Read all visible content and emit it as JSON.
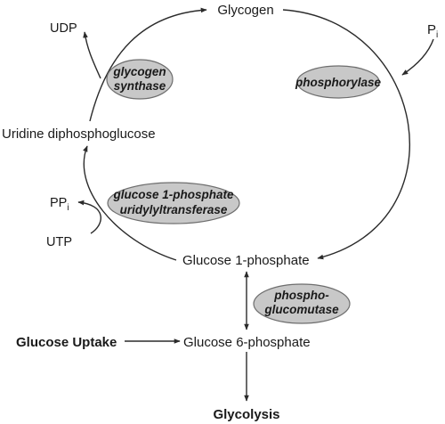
{
  "metabolites": {
    "glycogen": "Glycogen",
    "udp": "UDP",
    "pi_main": "P",
    "pi_sub": "i",
    "udp_glucose": "Uridine diphosphoglucose",
    "ppi_main": "PP",
    "ppi_sub": "i",
    "utp": "UTP",
    "glucose_1_phosphate": "Glucose 1-phosphate",
    "glucose_6_phosphate": "Glucose 6-phosphate"
  },
  "processes": {
    "glucose_uptake": "Glucose Uptake",
    "glycolysis": "Glycolysis"
  },
  "enzymes": {
    "glycogen_synthase": [
      "glycogen",
      "synthase"
    ],
    "phosphorylase": [
      "phosphorylase"
    ],
    "ugp": [
      "glucose 1-phosphate",
      "uridylyltransferase"
    ],
    "phosphoglucomutase": [
      "phospho-",
      "glucomutase"
    ]
  },
  "colors": {
    "enzyme_fill": "#c8c8c8",
    "enzyme_stroke": "#6e6e6e",
    "line": "#2b2b2b",
    "text": "#1a1a1a"
  }
}
